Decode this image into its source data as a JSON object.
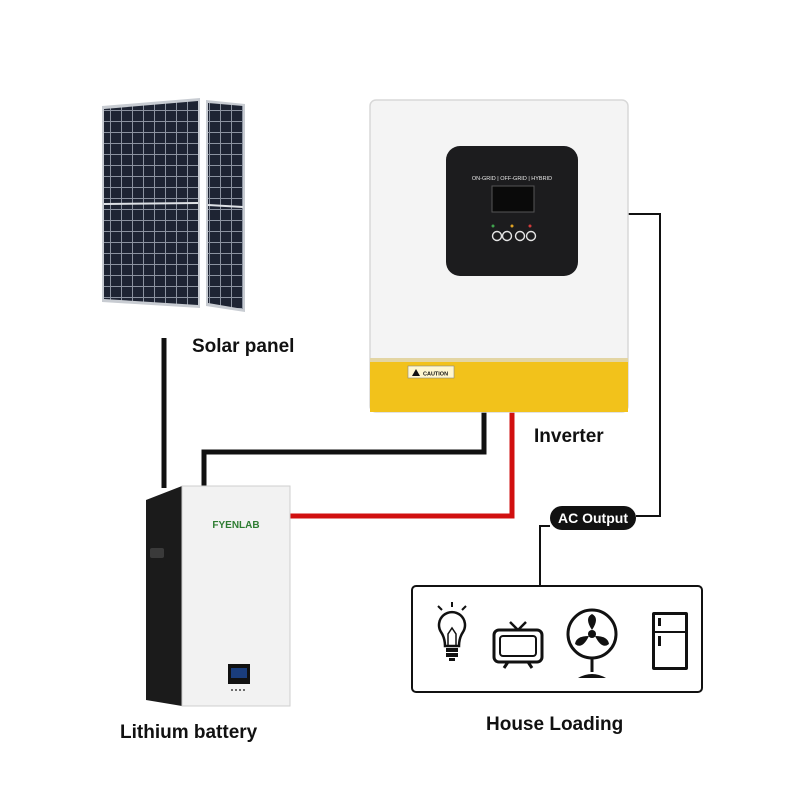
{
  "labels": {
    "solar_panel": "Solar panel",
    "inverter": "Inverter",
    "lithium_battery": "Lithium battery",
    "house_loading": "House Loading",
    "ac_output": "AC Output"
  },
  "inverter": {
    "mode_text": "ON-GRID | OFF-GRID | HYBRID",
    "caution_text": "CAUTION"
  },
  "battery": {
    "brand": "FYENLAB"
  },
  "colors": {
    "dc_positive": "#d11010",
    "dc_negative": "#111111",
    "inverter_body": "#f4f4f4",
    "inverter_base": "#f2c21b",
    "battery_body": "#f2f2f2",
    "battery_side": "#1b1b1b",
    "solar_cell": "#1d2230"
  },
  "house_loads": [
    {
      "name": "light-bulb-icon"
    },
    {
      "name": "tv-icon"
    },
    {
      "name": "fan-icon"
    },
    {
      "name": "fridge-icon"
    }
  ]
}
